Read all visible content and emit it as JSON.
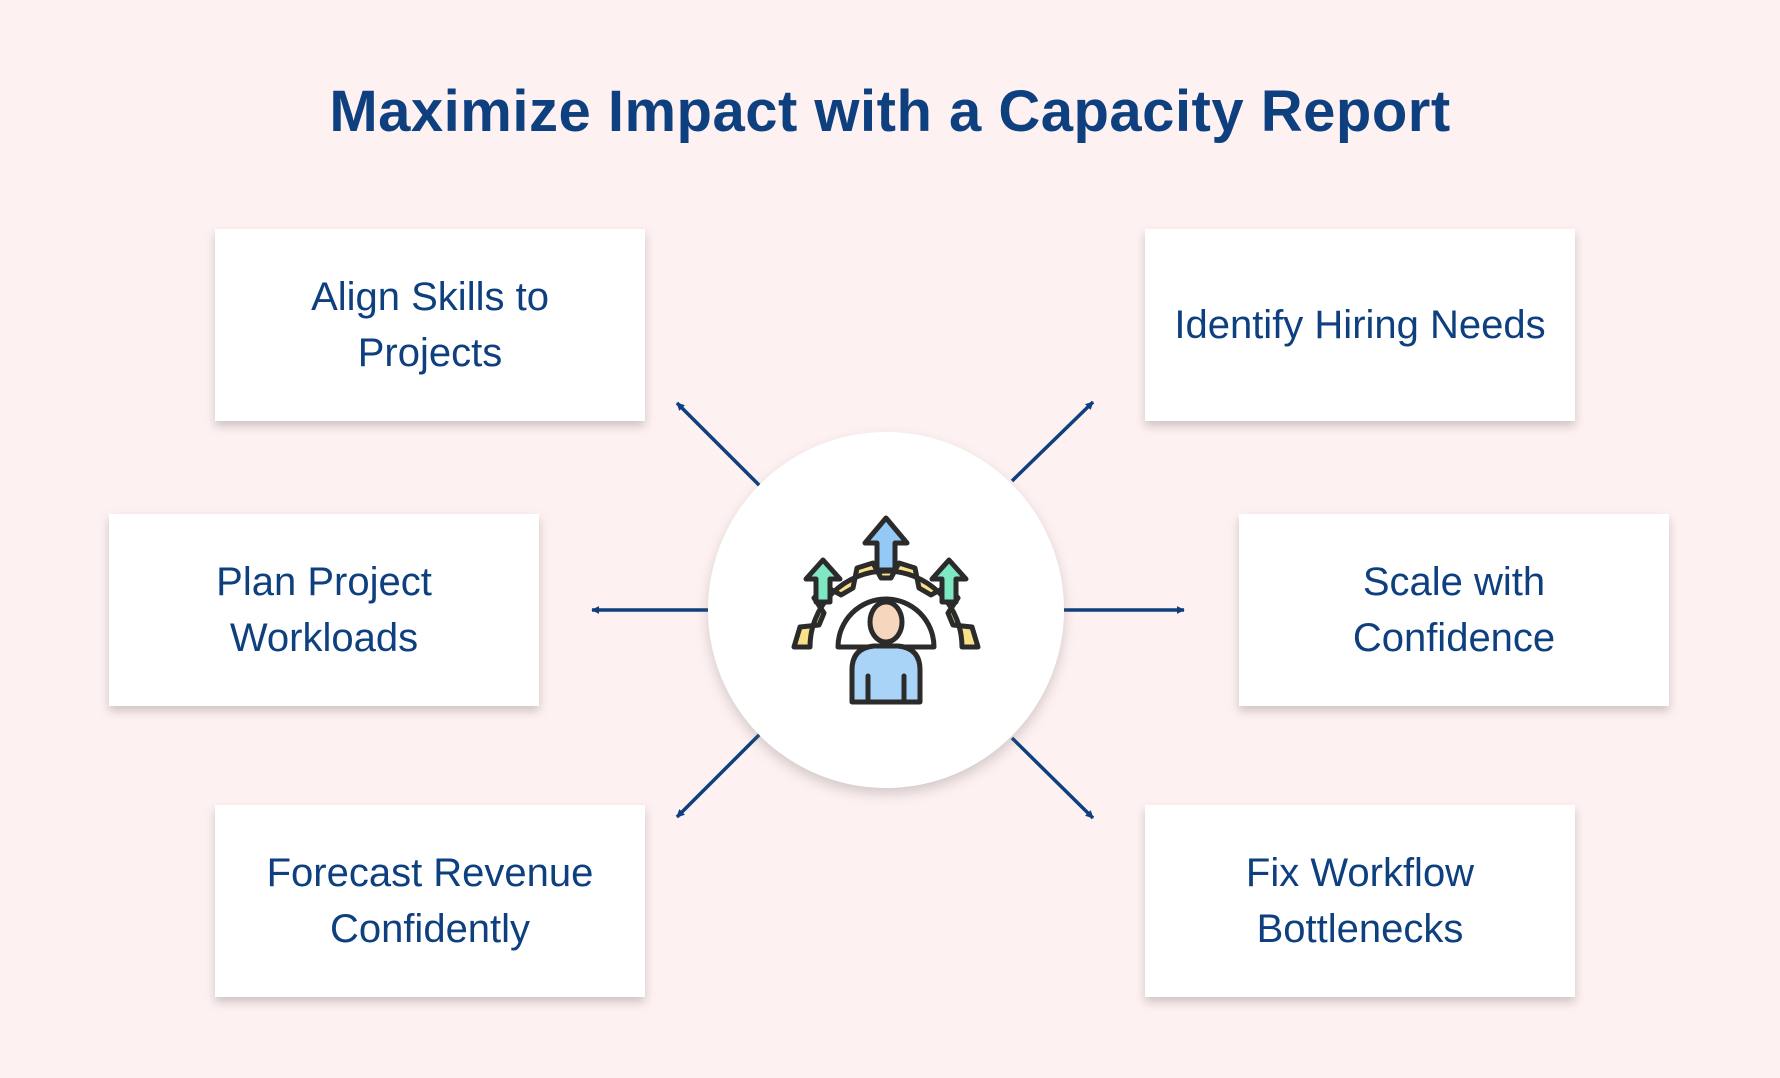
{
  "title": "Maximize Impact with a Capacity Report",
  "cards": [
    {
      "id": "align-skills",
      "label": "Align Skills to Projects"
    },
    {
      "id": "identify-hiring",
      "label": "Identify Hiring Needs"
    },
    {
      "id": "plan-workloads",
      "label": "Plan Project Workloads"
    },
    {
      "id": "scale-confidence",
      "label": "Scale with Confidence"
    },
    {
      "id": "forecast-revenue",
      "label": "Forecast Revenue Confidently"
    },
    {
      "id": "fix-bottlenecks",
      "label": "Fix Workflow Bottlenecks"
    }
  ],
  "hub": {
    "icon": "person-growth-gear-icon"
  },
  "colors": {
    "background": "#fdf1f1",
    "text": "#0e3f7e",
    "arrow": "#0e3f7e",
    "gear": "#fbe08a",
    "arrow_center": "#93c9f4",
    "arrow_side": "#7fe8c2",
    "person_body": "#a9d4f7",
    "skin": "#f6d6bd",
    "outline": "#2b2b2b"
  }
}
